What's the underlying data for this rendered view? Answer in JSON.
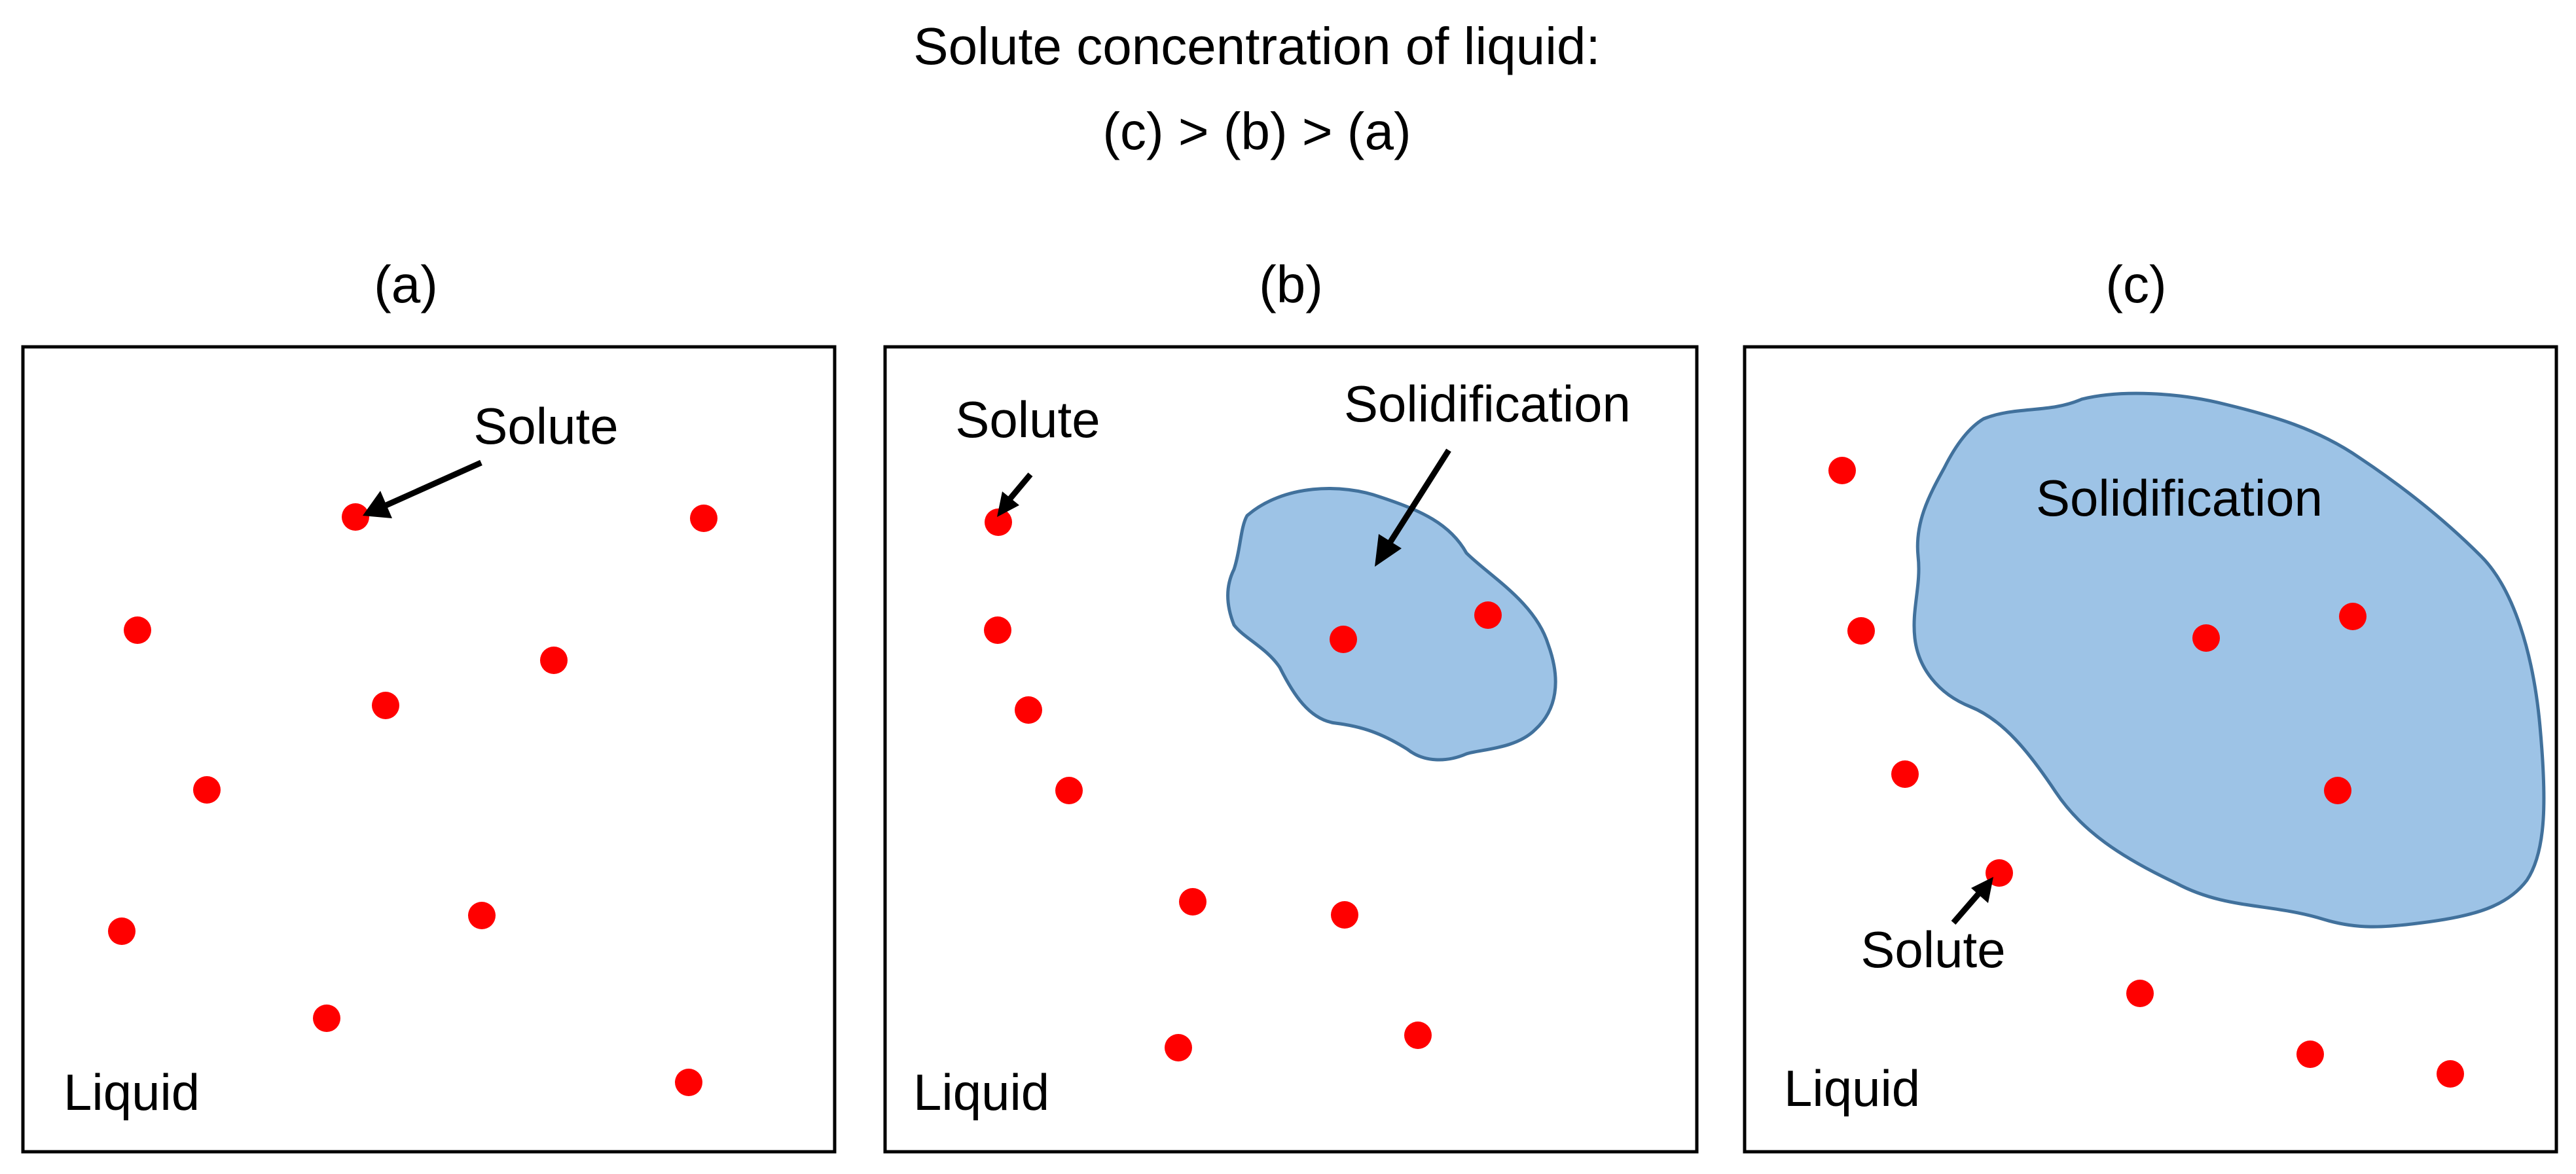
{
  "title": {
    "line1": "Solute concentration of liquid:",
    "line2": "(c) > (b) > (a)"
  },
  "colors": {
    "solute": "#ff0000",
    "solid_fill": "#9dc3e6",
    "solid_outline": "#41719c",
    "line": "#000000"
  },
  "panels": [
    {
      "label": "(a)",
      "liquid_label": "Liquid",
      "solute_label": "Solute",
      "solidification_label": ""
    },
    {
      "label": "(b)",
      "liquid_label": "Liquid",
      "solute_label": "Solute",
      "solidification_label": "Solidification"
    },
    {
      "label": "(c)",
      "liquid_label": "Liquid",
      "solute_label": "Solute",
      "solidification_label": "Solidification"
    }
  ]
}
